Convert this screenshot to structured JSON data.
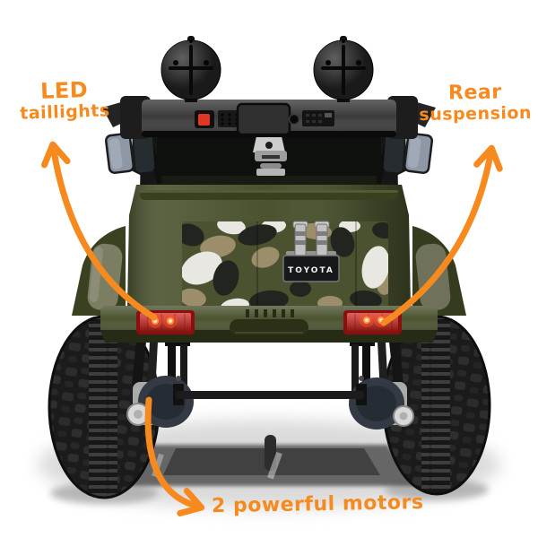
{
  "annotations": {
    "led_taillights": {
      "line1": "LED",
      "line2": "taillights"
    },
    "rear_suspension": {
      "line1": "Rear",
      "line2": "suspension"
    },
    "motors": {
      "label": "2 powerful motors"
    }
  },
  "truck": {
    "badge_text": "TOYOTA"
  },
  "icons": {
    "arrow_led": "curved-arrow-icon",
    "arrow_suspension": "curved-arrow-icon",
    "arrow_motors": "curved-arrow-icon"
  },
  "colors": {
    "annotation_orange": "#f68a1e",
    "body_olive": "#4a522f",
    "body_olive_dark": "#394121",
    "body_olive_light": "#5b633a",
    "fender_sage": "#7c7e64",
    "camo_tan": "#9c8e6a",
    "camo_black": "#22251f",
    "camo_white": "#e8e7e2",
    "taillight_red": "#cf1d15",
    "taillight_dark": "#8c0f0f",
    "led_glow": "#ff8a3c",
    "tire_black": "#1b1b1b",
    "tire_block": "#2e2e2e",
    "plastic_black": "#1a1a1a",
    "plastic_gray": "#3a3a3a",
    "mirror_glass": "#8d97a5",
    "metal_silver": "#c2c2c2",
    "button_red": "#e03624",
    "badge_bg": "#17181a",
    "badge_text_color": "#f4f4f4",
    "shadow_gray": "#cccccc"
  }
}
